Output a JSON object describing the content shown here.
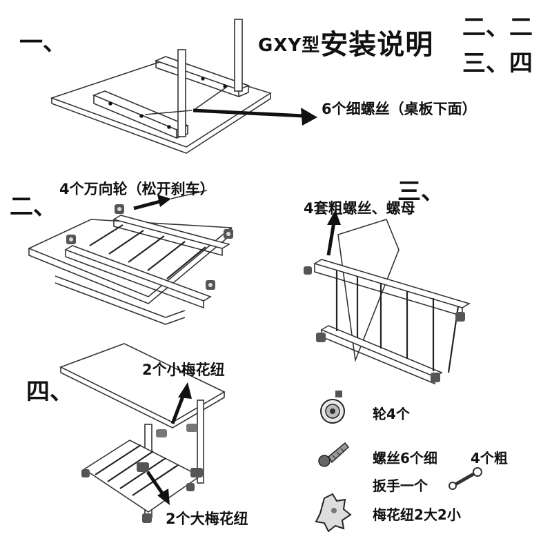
{
  "title": {
    "model": "GXY型",
    "text": "安装说明"
  },
  "steps": {
    "s1": "一、",
    "s2": "二、",
    "s3": "三、",
    "s4": "四、",
    "index_line1": "二、二",
    "index_line2": "三、四"
  },
  "labels": {
    "fine_screws_under": "6个细螺丝（桌板下面）",
    "casters_release": "4个万向轮（松开刹车）",
    "coarse_screws_nuts": "4套粗螺丝、螺母",
    "small_knobs": "2个小梅花纽",
    "big_knobs": "2个大梅花纽"
  },
  "parts": {
    "wheels": "轮4个",
    "screws": "螺丝6个细",
    "screws_coarse": "4个粗",
    "wrench": "扳手一个",
    "knobs": "梅花纽2大2小"
  },
  "icons": [
    "caster-icon",
    "screw-icon",
    "wrench-icon",
    "knob-icon"
  ]
}
